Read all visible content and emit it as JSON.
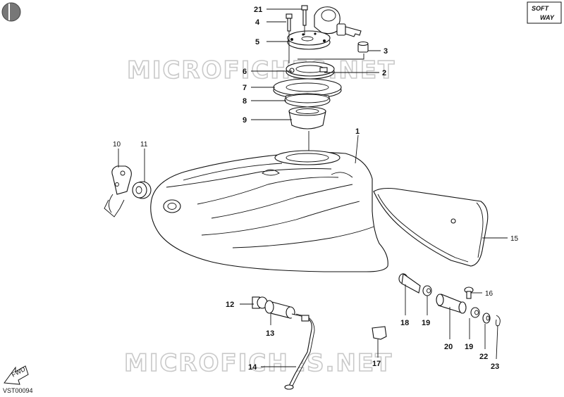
{
  "watermark": {
    "text": "MICROFICHES.NET"
  },
  "brand": {
    "line1": "SOFT",
    "line2": "WAY"
  },
  "fwd_label": "FWD",
  "diagram_code": "VST00094",
  "callouts": {
    "c1": "1",
    "c2": "2",
    "c3": "3",
    "c4": "4",
    "c5": "5",
    "c6": "6",
    "c7": "7",
    "c8": "8",
    "c9": "9",
    "c10": "10",
    "c11": "11",
    "c12": "12",
    "c13": "13",
    "c14": "14",
    "c15": "15",
    "c16": "16",
    "c17": "17",
    "c18": "18",
    "c19a": "19",
    "c19b": "19",
    "c20": "20",
    "c21": "21",
    "c22": "22",
    "c23": "23"
  }
}
